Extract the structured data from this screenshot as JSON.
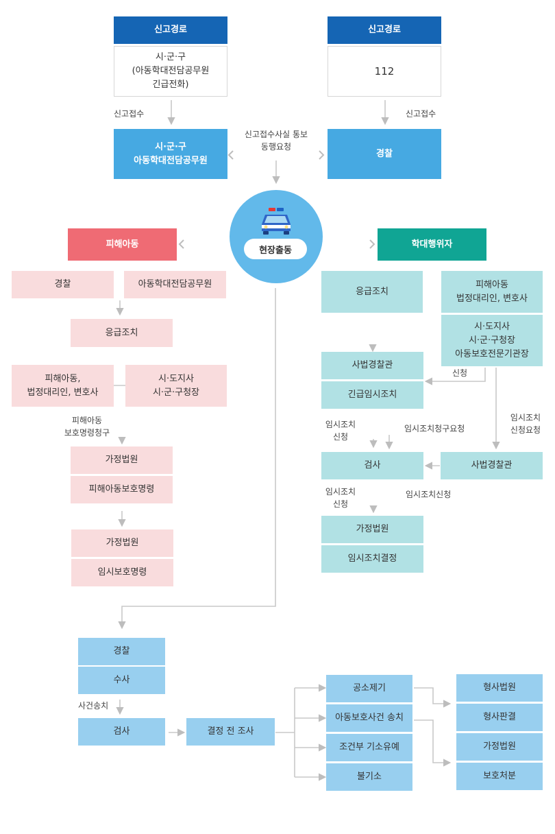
{
  "report": {
    "left_header": "신고경로",
    "left_source": "시·군·구\n(아동학대전담공무원\n긴급전화)",
    "right_header": "신고경로",
    "right_source": "112",
    "left_receive_label": "신고접수",
    "right_receive_label": "신고접수",
    "left_agency": "시·군·구\n아동학대전담공무원",
    "right_agency": "경찰",
    "notify_label": "신고접수사실 통보\n동행요청"
  },
  "dispatch": {
    "label": "현장출동",
    "icon": "police-car-icon"
  },
  "victim": {
    "header": "피해아동",
    "police": "경찰",
    "official": "아동학대전담공무원",
    "emergency": "응급조치",
    "requester": "피해아동,\n법정대리인, 변호사",
    "governor": "시·도지사\n시·군·구청장",
    "protection_request_label": "피해아동\n보호명령청구",
    "court1": "가정법원",
    "order1": "피해아동보호명령",
    "court2": "가정법원",
    "order2": "임시보호명령"
  },
  "offender": {
    "header": "학대행위자",
    "emergency": "응급조치",
    "requester_top": "피해아동\n법정대리인, 변호사",
    "requester_bottom": "시·도지사\n시·군·구청장\n아동보호전문기관장",
    "judicial_police": "사법경찰관",
    "emergency_temp": "긴급임시조치",
    "apply_label": "신청",
    "temp_apply_label_1": "임시조치\n신청",
    "temp_claim_label": "임시조치청구요청",
    "temp_request_label": "임시조치\n신청요청",
    "prosecutor": "검사",
    "judicial_police_2": "사법경찰관",
    "temp_apply_label_2": "임시조치\n신청",
    "temp_apply_label_3": "임시조치신청",
    "court": "가정법원",
    "decision": "임시조치결정"
  },
  "investigation": {
    "police": "경찰",
    "investigate": "수사",
    "transfer_label": "사건송치",
    "prosecutor": "검사",
    "pre_decision": "결정 전 조사",
    "outcomes": [
      "공소제기",
      "아동보호사건 송치",
      "조건부 기소유예",
      "불기소"
    ],
    "criminal_court": "형사법원",
    "criminal_judgment": "형사판결",
    "family_court": "가정법원",
    "protective_disposition": "보호처분"
  }
}
